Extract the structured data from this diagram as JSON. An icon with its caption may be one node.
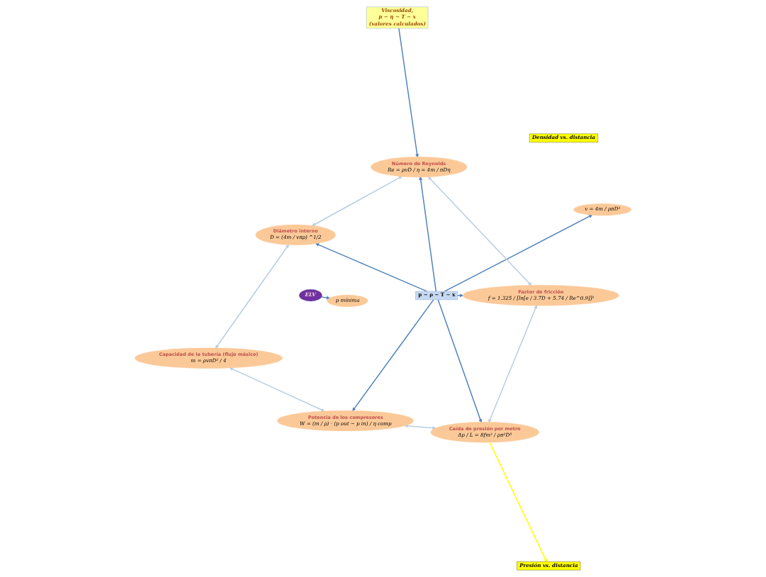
{
  "diagram": {
    "nodes": [
      {
        "text": [
          "Capacidad de la tubería (flujo másico)",
          "m = ρvπD² / 4"
        ]
      },
      {
        "text": [
          "v = 4m / ρπD²"
        ]
      },
      {
        "text": [
          "ELV"
        ]
      },
      {
        "text": [
          "p mínima"
        ]
      },
      {
        "text": [
          "Potencia de los compresores",
          "W = (m / ρ) · (p out − p in) / η comp"
        ]
      },
      {
        "text": [
          "Diámetro interno",
          "D = (4m / vπρ) ^1/2"
        ]
      },
      {
        "text": [
          "p − ρ − T − x"
        ]
      },
      {
        "text": [
          "Número de Reynolds",
          "Re = ρvD / η = 4m / πDη"
        ]
      },
      {
        "text": [
          "Caída de presión por metro",
          "Δp / L = 8fm² / ρπ²D⁵"
        ]
      },
      {
        "text": [
          "Factor de fricción",
          "f = 1.325 / [ln[e / 3.7D + 5.74 / Re^0.9]]²"
        ]
      },
      {
        "text": [
          "Viscosidad,",
          "p − η − T − x",
          "(valores calculados)"
        ]
      },
      {
        "text": [
          "Presión vs. distancia"
        ]
      },
      {
        "text": [
          "Densidad vs. distancia"
        ]
      }
    ],
    "edges": [
      {
        "from": 2,
        "to": 3,
        "arrow": "to"
      },
      {
        "from": 0,
        "to": 4,
        "arrow": "both",
        "color": "#b9cde0"
      },
      {
        "from": 0,
        "to": 5,
        "arrow": "both",
        "color": "#b9cde0"
      },
      {
        "from": 6,
        "to": 1,
        "arrow": "to"
      },
      {
        "from": 6,
        "to": 4,
        "arrow": "to"
      },
      {
        "from": 6,
        "to": 5,
        "arrow": "to"
      },
      {
        "from": 4,
        "to": 8,
        "arrow": "both",
        "color": "#b9cde0"
      },
      {
        "from": 5,
        "to": 7,
        "arrow": "both",
        "color": "#b9cde0"
      },
      {
        "from": 6,
        "to": 8,
        "arrow": "to"
      },
      {
        "from": 6,
        "to": 9,
        "arrow": "to"
      },
      {
        "from": 6,
        "to": 7,
        "arrow": "to"
      },
      {
        "from": 8,
        "to": 9,
        "arrow": "both",
        "color": "#b9cde0"
      },
      {
        "from": 9,
        "to": 7,
        "arrow": "both",
        "color": "#b9cde0"
      },
      {
        "from": 10,
        "to": 7,
        "arrow": "to"
      },
      {
        "from": 8,
        "to": 11,
        "arrow": "to",
        "color": "#ffff00"
      }
    ]
  }
}
